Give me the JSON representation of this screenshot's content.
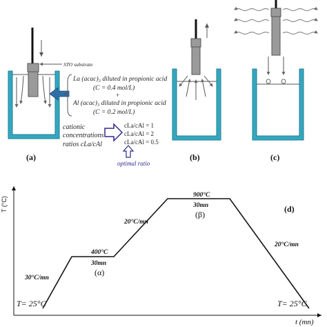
{
  "panel_a": {
    "label": "(a)",
    "substrate_label": "STO substrate",
    "la_line1": "La (acac)₃ diluted in propionic acid",
    "la_line2": "(C = 0.4 mol/L)",
    "plus": "+",
    "al_line1": "Al (acac)₃ diluted in propionic acid",
    "al_line2": "(C = 0.2 mol/L)",
    "cationic_1": "cationic",
    "cationic_2": "concentrations",
    "cationic_3": "ratios  cLa/cAl",
    "ratio_1": "cLa/cAl = 1",
    "ratio_2": "cLa/cAl = 2",
    "ratio_3": "cLa/cAl = 0.5",
    "optimal": "optimal ratio"
  },
  "panel_b": {
    "label": "(b)"
  },
  "panel_c": {
    "label": "(c)"
  },
  "panel_d": {
    "label": "(d)",
    "y_axis_label": "T (°C)",
    "x_axis_label": "t (mn)",
    "start_temp": "T= 25°C",
    "end_temp": "T= 25°C",
    "ramp1_rate": "30°C/mn",
    "plateau1_temp": "400°C",
    "plateau1_time": "30mn",
    "plateau1_greek": "(α)",
    "ramp2_rate": "20°C/mn",
    "plateau2_temp": "900°C",
    "plateau2_time": "30mn",
    "plateau2_greek": "(β)",
    "ramp3_rate": "20°C/mn"
  },
  "colors": {
    "bath_blue": "#35a7bf",
    "stroke": "#111111",
    "arrow_blue": "#2e2a8a",
    "holder_gray": "#9a9a9a"
  }
}
